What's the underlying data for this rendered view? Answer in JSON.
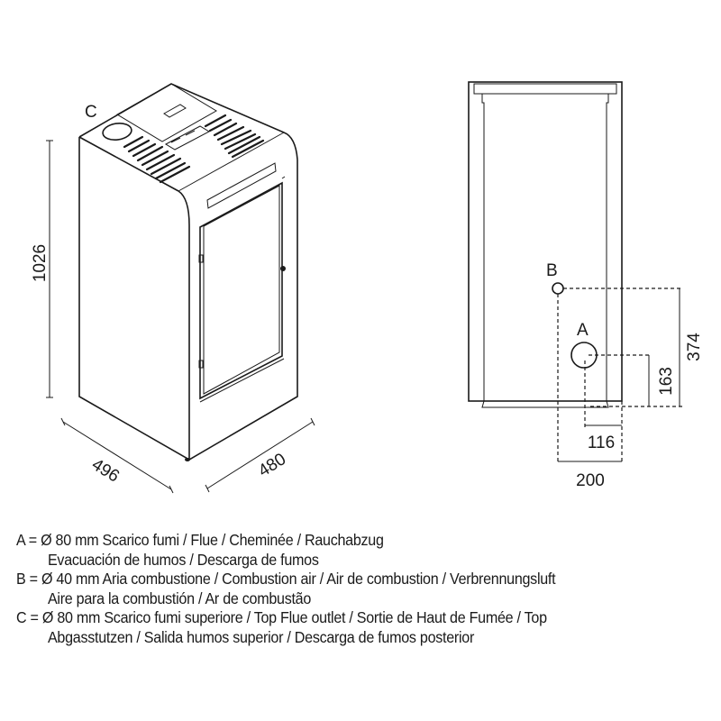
{
  "perspective_view": {
    "label_c": "C",
    "height_dim": "1026",
    "depth_dim": "496",
    "width_dim": "480"
  },
  "rear_view": {
    "label_a": "A",
    "label_b": "B",
    "dim_b_height": "374",
    "dim_a_height": "163",
    "dim_a_offset": "116",
    "dim_b_offset": "200"
  },
  "legend": [
    {
      "line1": "A = Ø 80 mm  Scarico fumi / Flue / Cheminée / Rauchabzug",
      "line2": "Evacuación de humos / Descarga de fumos"
    },
    {
      "line1": "B = Ø 40 mm  Aria combustione / Combustion air / Air de combustion / Verbrennungsluft",
      "line2": "Aire para la combustión / Ar de combustão"
    },
    {
      "line1": "C = Ø 80 mm  Scarico fumi superiore / Top Flue outlet / Sortie de Haut de Fumée / Top",
      "line2": "Abgasstutzen / Salida humos superior / Descarga de fumos posterior"
    }
  ]
}
